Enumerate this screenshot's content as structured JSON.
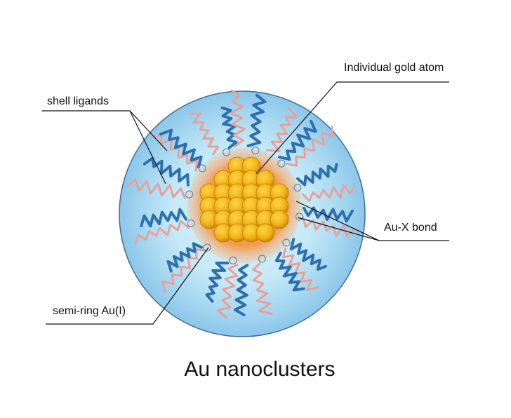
{
  "labels": {
    "gold_atom": "Individual gold atom",
    "shell_ligands": "shell ligands",
    "au_x_bond": "Au-X bond",
    "semi_ring": "semi-ring Au(I)"
  },
  "title": "Au nanoclusters",
  "colors": {
    "shell": "#a9dbf3",
    "shell_edge": "#3f6f92",
    "semi_ring": "#f59a4e",
    "gold": "#f2b619",
    "ligand_blue": "#2e6fae",
    "ligand_pink": "#e9a09a"
  }
}
